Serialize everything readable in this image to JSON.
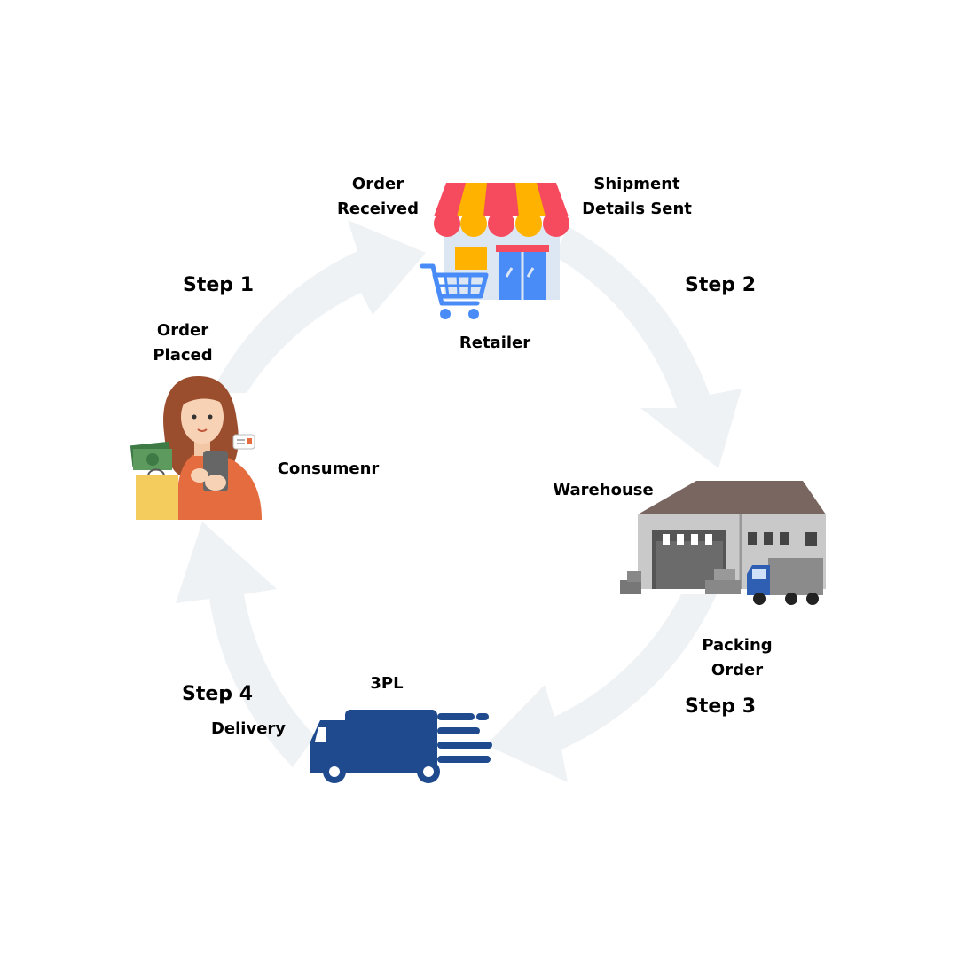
{
  "steps": {
    "step1": "Step 1",
    "step2": "Step 2",
    "step3": "Step 3",
    "step4": "Step 4"
  },
  "events": {
    "order_received": [
      "Order",
      "Received"
    ],
    "shipment_details_sent": [
      "Shipment",
      "Details Sent"
    ],
    "order_placed": [
      "Order",
      "Placed"
    ],
    "packing_order": [
      "Packing",
      "Order"
    ],
    "delivery": "Delivery"
  },
  "actors": {
    "retailer": "Retailer",
    "consumer": "Consumenr",
    "warehouse": "Warehouse",
    "3pl": "3PL"
  },
  "icons": [
    "store-icon",
    "shopping-cart-icon",
    "shopper-woman-icon",
    "cash-icon",
    "shopping-bag-icon",
    "warehouse-icon",
    "van-icon",
    "delivery-truck-icon"
  ],
  "colors": {
    "cycle_arrow": "#eef2f5",
    "awning_red": "#f64a5e",
    "awning_yellow": "#ffb300",
    "store_wall": "#dde7f3",
    "cart_blue": "#4a8cf7",
    "truck_navy": "#1f4b8e",
    "woman_shirt": "#e46c3f",
    "bag_yellow": "#f4cc5e",
    "warehouse_roof": "#7a6660",
    "warehouse_wall": "#c9c9c9"
  }
}
